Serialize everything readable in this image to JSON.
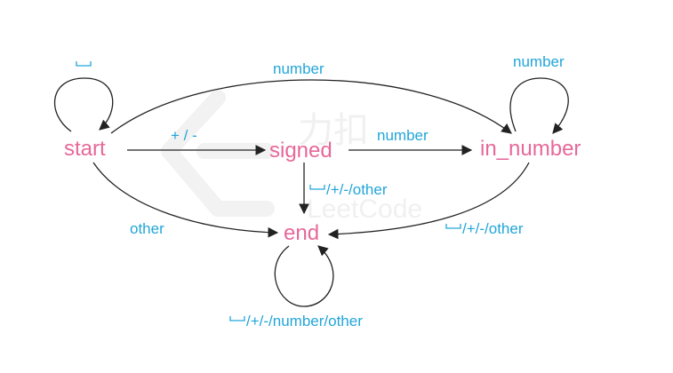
{
  "diagram": {
    "states": {
      "start": "start",
      "signed": "signed",
      "in_number": "in_number",
      "end": "end"
    },
    "labels": {
      "start_self": "",
      "start_to_in_number": "number",
      "in_number_self": "number",
      "start_to_signed": "+ / -",
      "signed_to_in_number": "number",
      "signed_to_end": "/+/-/other",
      "start_to_end": "other",
      "in_number_to_end": "/+/-/other",
      "end_self": "/+/-/number/other"
    },
    "colors": {
      "state": "#e7689a",
      "label": "#22a6d9",
      "edge": "#222222"
    },
    "watermark": "LeetCode logo (faint, decorative)"
  }
}
